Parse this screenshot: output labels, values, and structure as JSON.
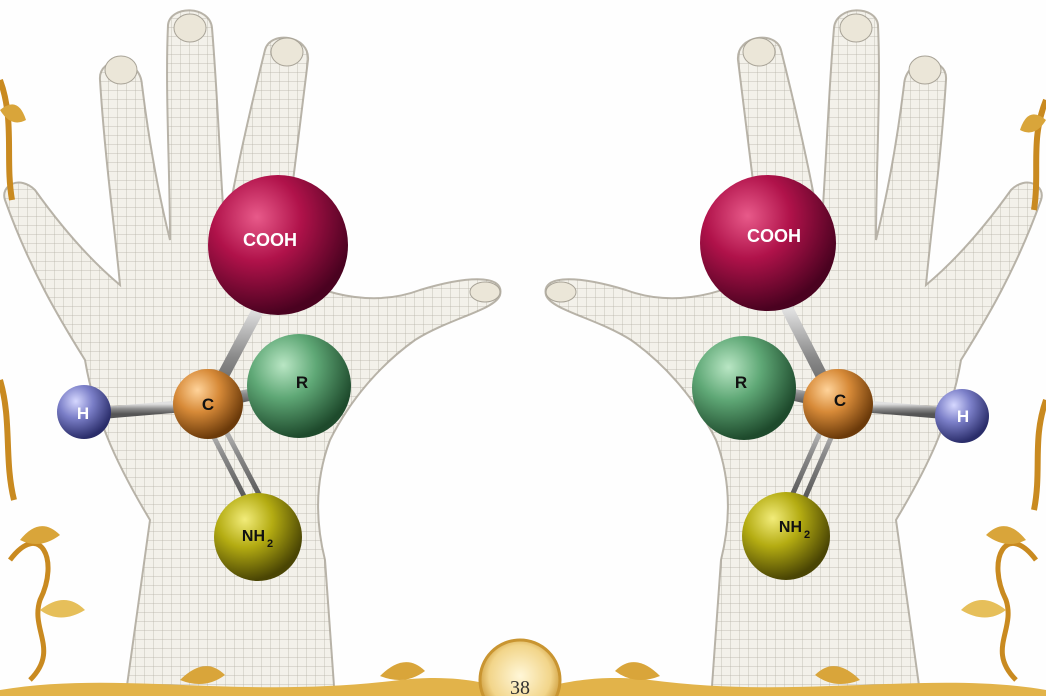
{
  "page_number": "38",
  "colors": {
    "cooh": "#b0124a",
    "r_group": "#5fa876",
    "carbon": "#d78a38",
    "hydrogen": "#7b7fc8",
    "nh2": "#b4ac12",
    "bond": "#9a9a9a",
    "hand_mesh": "#b8b3a8",
    "border_vine": "#d9a53a"
  },
  "left_molecule": {
    "cooh_label": "COOH",
    "r_label": "R",
    "c_label": "C",
    "h_label": "H",
    "nh2_label": "NH",
    "nh2_sub": "2"
  },
  "right_molecule": {
    "cooh_label": "COOH",
    "r_label": "R",
    "c_label": "C",
    "h_label": "H",
    "nh2_label": "NH",
    "nh2_sub": "2"
  }
}
